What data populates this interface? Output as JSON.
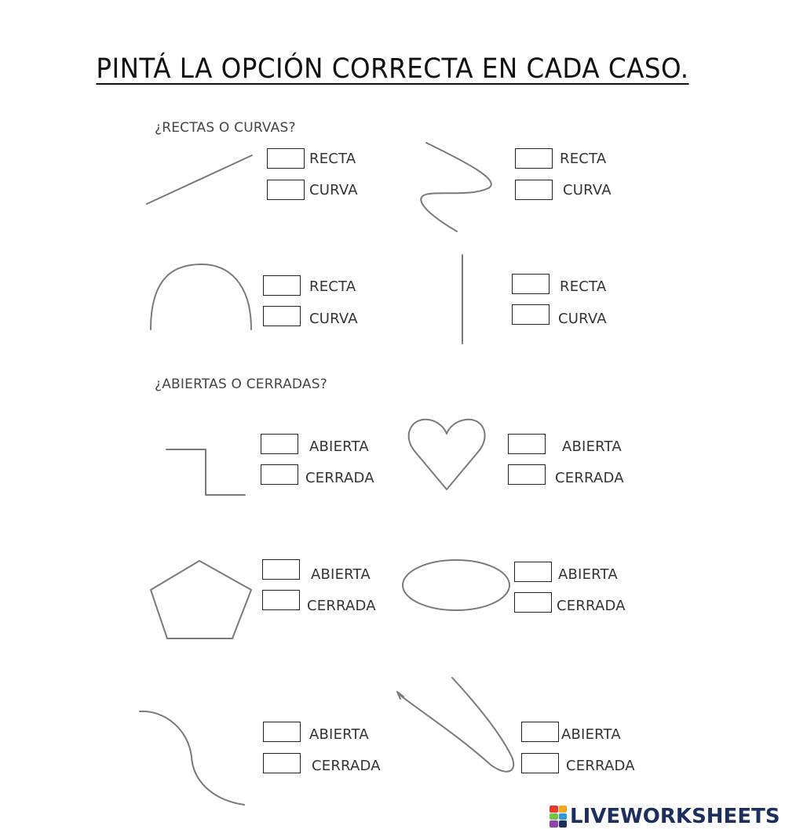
{
  "title": "PINTÁ LA OPCIÓN CORRECTA EN CADA CASO.",
  "sections": {
    "lines": "¿RECTAS O CURVAS?",
    "shapes": "¿ABIERTAS O CERRADAS?"
  },
  "items": [
    {
      "figure": "straight-diagonal-line",
      "options": [
        "RECTA",
        "CURVA"
      ]
    },
    {
      "figure": "zigzag-curve",
      "options": [
        "RECTA",
        "CURVA"
      ]
    },
    {
      "figure": "arch-curve",
      "options": [
        "RECTA",
        "CURVA"
      ]
    },
    {
      "figure": "vertical-line",
      "options": [
        "RECTA",
        "CURVA"
      ]
    },
    {
      "figure": "step-line",
      "options": [
        "ABIERTA",
        "CERRADA"
      ]
    },
    {
      "figure": "heart",
      "options": [
        "ABIERTA",
        "CERRADA"
      ]
    },
    {
      "figure": "pentagon",
      "options": [
        "ABIERTA",
        "CERRADA"
      ]
    },
    {
      "figure": "ellipse",
      "options": [
        "ABIERTA",
        "CERRADA"
      ]
    },
    {
      "figure": "s-curve",
      "options": [
        "ABIERTA",
        "CERRADA"
      ]
    },
    {
      "figure": "loop-curve",
      "options": [
        "ABIERTA",
        "CERRADA"
      ]
    }
  ],
  "footer": {
    "brand": "LIVEWORKSHEETS",
    "logo_colors": [
      "#e63b2e",
      "#f5a623",
      "#7ac143",
      "#2e9bd6",
      "#8e44ad",
      "#1c2f5e"
    ]
  }
}
